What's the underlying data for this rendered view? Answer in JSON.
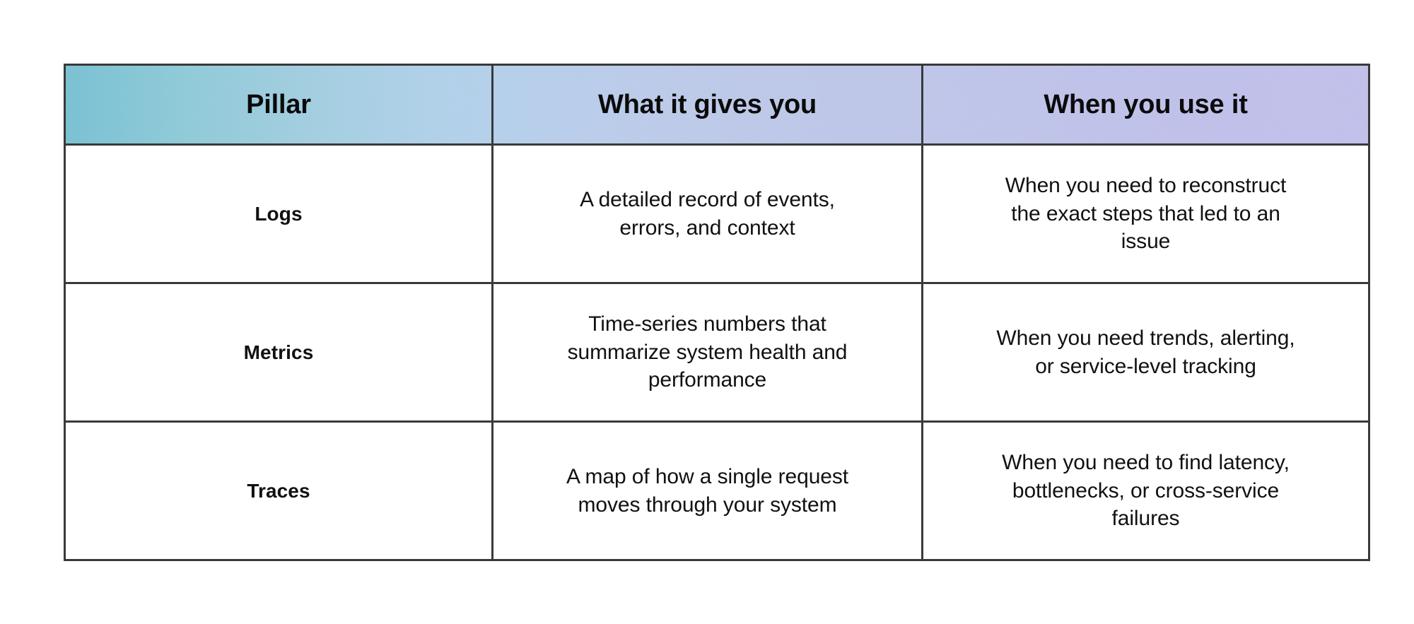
{
  "table": {
    "columns": [
      {
        "key": "pillar",
        "header": "Pillar"
      },
      {
        "key": "gives",
        "header": "What it gives you"
      },
      {
        "key": "when",
        "header": "When you use it"
      }
    ],
    "header_gradient": {
      "from": "#7ec6d8",
      "mid": "#c2cfee",
      "to": "#c6c5f0",
      "direction": "left-to-right"
    },
    "border_color": "#3a3a3a",
    "body_background": "#ffffff",
    "text_color": "#111111",
    "rows": [
      {
        "pillar": "Logs",
        "gives": "A detailed record of events, errors, and context",
        "gives_lines": [
          "A detailed record of events,",
          "errors, and context"
        ],
        "when": "When you need to reconstruct the exact steps that led to an issue",
        "when_lines": [
          "When you need to reconstruct",
          "the exact steps that led to an",
          "issue"
        ]
      },
      {
        "pillar": "Metrics",
        "gives": "Time-series numbers that summarize system health and performance",
        "gives_lines": [
          "Time-series numbers that",
          "summarize system health and",
          "performance"
        ],
        "when": "When you need trends, alerting, or service-level tracking",
        "when_lines": [
          "When you need trends, alerting,",
          "or service-level tracking"
        ]
      },
      {
        "pillar": "Traces",
        "pillar_note": "",
        "gives": "A map of how a single request moves through your system",
        "gives_lines": [
          "A map of how a single request",
          "moves through your system"
        ],
        "when": "When you need to find latency, bottlenecks, or cross-service failures",
        "when_lines": [
          "When you need to find latency,",
          "bottlenecks, or cross-service",
          "failures"
        ]
      }
    ]
  }
}
